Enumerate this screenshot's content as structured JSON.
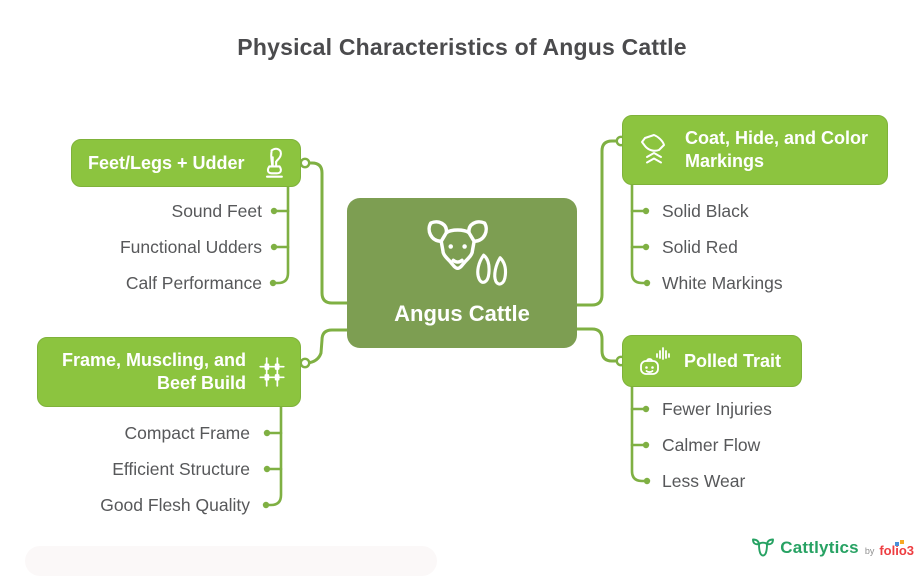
{
  "title": "Physical Characteristics of Angus Cattle",
  "center": {
    "label": "Angus Cattle",
    "icon": "cow-head-hoofprint-icon"
  },
  "branches": [
    {
      "label": "Feet/Legs + Udder",
      "icon": "leg-hoof-icon",
      "items": [
        "Sound Feet",
        "Functional Udders",
        "Calf Performance"
      ]
    },
    {
      "label": "Frame, Muscling, and Beef Build",
      "icon": "frame-structure-icon",
      "items": [
        "Compact Frame",
        "Efficient Structure",
        "Good Flesh Quality"
      ]
    },
    {
      "label": "Coat, Hide, and Color Markings",
      "icon": "cow-hide-icon",
      "items": [
        "Solid Black",
        "Solid Red",
        "White Markings"
      ]
    },
    {
      "label": "Polled Trait",
      "icon": "polled-head-soundwave-icon",
      "items": [
        "Fewer Injuries",
        "Calmer Flow",
        "Less Wear"
      ]
    }
  ],
  "footer": {
    "brand": "Cattlytics",
    "by": "by",
    "suffix": "folio3"
  },
  "colors": {
    "branch_green": "#8cc43f",
    "center_green": "#7d9e52",
    "line_green": "#7fb043",
    "item_text": "#57585a",
    "title_text": "#4b4b4d",
    "brand_green": "#27a263",
    "folio_red": "#ee3d41",
    "folio_blue": "#4a90d9",
    "folio_orange": "#f7a823"
  }
}
